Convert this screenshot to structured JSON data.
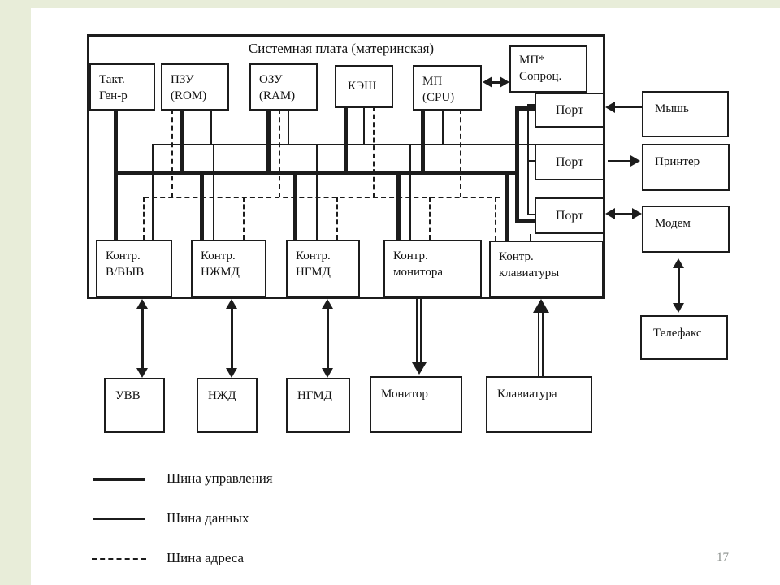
{
  "page": {
    "number": "17"
  },
  "colors": {
    "margin": "#e8edd9",
    "paper": "#ffffff",
    "ink": "#1c1c1c",
    "page_number": "#8a8f8c"
  },
  "board": {
    "title": "Системная плата (материнская)"
  },
  "nodes": {
    "clock": {
      "label": "Такт.\nГен-р"
    },
    "rom": {
      "label": "ПЗУ\n(ROM)"
    },
    "ram": {
      "label": "ОЗУ\n(RAM)"
    },
    "cache": {
      "label": "КЭШ"
    },
    "cpu": {
      "label": "МП\n(CPU)"
    },
    "coprocessor": {
      "label": "МП*\nСопроц."
    },
    "port": {
      "label": "Порт"
    },
    "mouse": {
      "label": "Мышь"
    },
    "printer": {
      "label": "Принтер"
    },
    "modem": {
      "label": "Модем"
    },
    "fax": {
      "label": "Телефакс"
    },
    "ctrl_io": {
      "label": "Контр.\nВ/ВЫВ"
    },
    "ctrl_hdd": {
      "label": "Контр.\nНЖМД"
    },
    "ctrl_fdd": {
      "label": "Контр.\nНГМД"
    },
    "ctrl_monitor": {
      "label": "Контр.\nмонитора"
    },
    "ctrl_keyboard": {
      "label": "Контр.\nклавиатуры"
    },
    "io_device": {
      "label": "УВВ"
    },
    "hdd_device": {
      "label": "НЖД"
    },
    "fdd_device": {
      "label": "НГМД"
    },
    "monitor": {
      "label": "Монитор"
    },
    "keyboard": {
      "label": "Клавиатура"
    }
  },
  "legend": {
    "items": [
      {
        "id": "control-bus",
        "label": "Шина управления"
      },
      {
        "id": "data-bus",
        "label": "Шина данных"
      },
      {
        "id": "address-bus",
        "label": "Шина адреса"
      }
    ]
  }
}
